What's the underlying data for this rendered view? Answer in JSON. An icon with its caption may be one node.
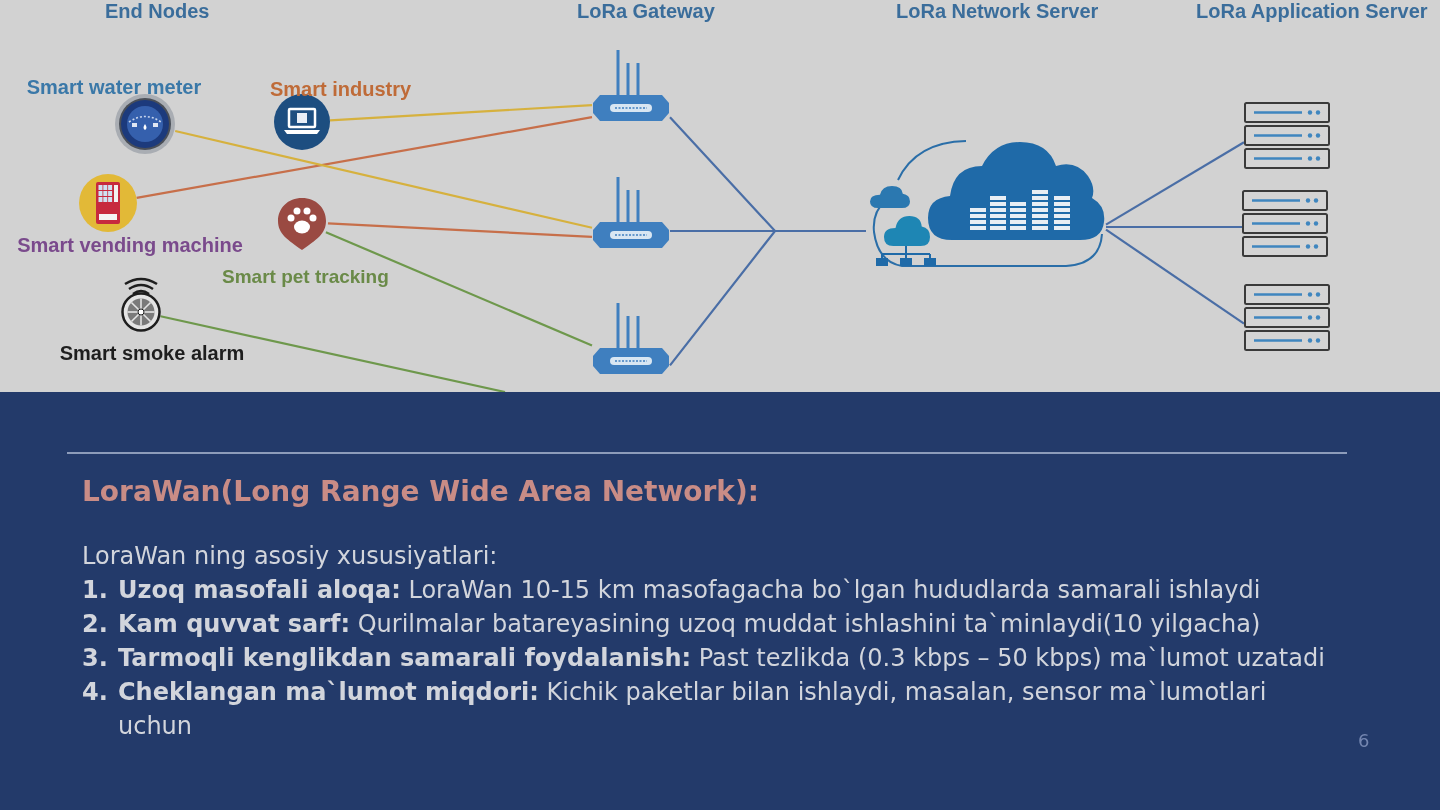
{
  "diagram": {
    "title": "LoraWan(Long Range Wide Area Network):",
    "nodes": [
      {
        "text": [
          "Smart water meter"
        ]
      },
      {
        "text": [
          "Smart industry"
        ]
      },
      {
        "text": [
          "Smart vending machine"
        ]
      },
      {
        "text": [
          "Smart pet tracking"
        ]
      },
      {
        "text": [
          "Smart smoke alarm"
        ]
      },
      {
        "text": [],
        "shape": "picture"
      },
      {
        "text": [],
        "shape": "picture"
      },
      {
        "text": [],
        "shape": "picture"
      },
      {
        "text": [],
        "shape": "picture"
      },
      {
        "text": [],
        "shape": "picture"
      },
      {
        "text": [],
        "shape": "picture"
      },
      {
        "text": [],
        "shape": "picture"
      }
    ],
    "edges": [
      {
        "from": 1,
        "to": 5,
        "arrow": "none",
        "color": "#d6b13e"
      },
      {
        "from": 2,
        "to": 5,
        "arrow": "none",
        "color": "#c76f4a"
      },
      {
        "from": 0,
        "to": 6,
        "arrow": "none",
        "color": "#d6b13e"
      },
      {
        "from": 3,
        "to": 6,
        "arrow": "none",
        "color": "#c76f4a"
      },
      {
        "from": 3,
        "to": 7,
        "arrow": "none",
        "color": "#6e984c"
      },
      {
        "from": 4,
        "to": null,
        "arrow": "none",
        "color": "#6e984c"
      },
      {
        "from": 5,
        "to": 8,
        "arrow": "none"
      },
      {
        "from": 6,
        "to": 8,
        "arrow": "none"
      },
      {
        "from": 7,
        "to": 8,
        "arrow": "none"
      },
      {
        "from": 8,
        "to": 9,
        "arrow": "none"
      },
      {
        "from": 8,
        "to": 10,
        "arrow": "none"
      },
      {
        "from": 8,
        "to": 11,
        "arrow": "none"
      }
    ],
    "labels": [
      "End Nodes",
      "LoRa Gateway",
      "LoRa Network Server",
      "LoRa Application Server",
      "LoraWan ning asosiy xususiyatlari:",
      "1.",
      "**Uzoq masofali aloqa:** LoraWan 10-15 km masofagacha bo`lgan hududlarda samarali ishlaydi",
      "2.",
      "**Kam quvvat sarf:** Qurilmalar batareyasining uzoq muddat ishlashini ta`minlaydi(10 yilgacha)",
      "3.",
      "**Tarmoqli kenglikdan samarali foydalanish:** Past tezlikda (0.3 kbps – 50 kbps) ma`lumot uzatadi",
      "4.",
      "**Cheklangan ma`lumot miqdori:** Kichik paketlar bilan ishlaydi, masalan, sensor ma`lumotlari uchun",
      "6"
    ]
  }
}
